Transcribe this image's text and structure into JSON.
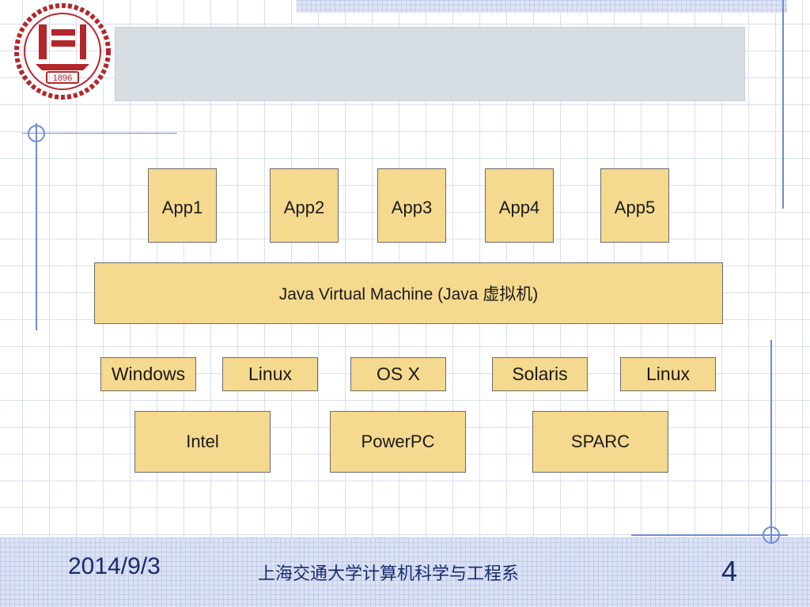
{
  "apps": [
    "App1",
    "App2",
    "App3",
    "App4",
    "App5"
  ],
  "jvm": {
    "label": "Java Virtual Machine (Java 虚拟机)"
  },
  "operating_systems": [
    "Windows",
    "Linux",
    "OS X",
    "Solaris",
    "Linux"
  ],
  "processors": [
    "Intel",
    "PowerPC",
    "SPARC"
  ],
  "footer": {
    "date": "2014/9/3",
    "department": "上海交通大学计算机科学与工程系",
    "page_number": "4"
  },
  "logo": {
    "text": "1896"
  },
  "colors": {
    "box_fill": "#f5d98e",
    "box_border": "#6b6b6b",
    "accent_line": "#6f8bd8",
    "footer_text": "#1a2a6c",
    "logo_red": "#b3262a"
  }
}
